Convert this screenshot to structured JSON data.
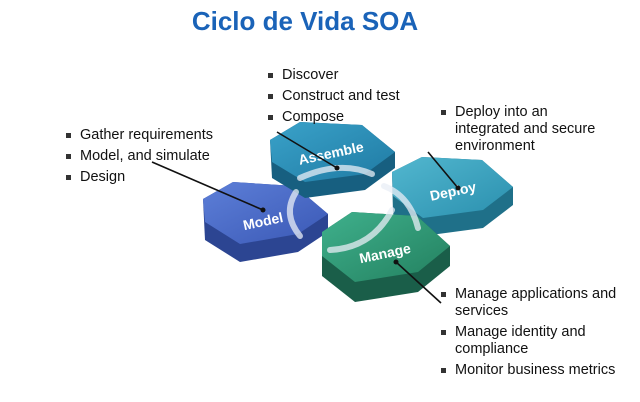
{
  "title": "Ciclo de Vida SOA",
  "stages": {
    "model": "Model",
    "assemble": "Assemble",
    "deploy": "Deploy",
    "manage": "Manage"
  },
  "bullets": {
    "model": [
      "Gather requirements",
      "Model, and simulate",
      "Design"
    ],
    "assemble": [
      "Discover",
      "Construct and test",
      "Compose"
    ],
    "deploy": [
      "Deploy into an integrated and secure environment"
    ],
    "manage": [
      "Manage applications and services",
      "Manage identity and compliance",
      "Monitor business metrics"
    ]
  },
  "colors": {
    "title": "#1a63b8",
    "model": "#4666c4",
    "assemble": "#2b8ab5",
    "deploy": "#3aa2bf",
    "manage": "#2e9478"
  }
}
